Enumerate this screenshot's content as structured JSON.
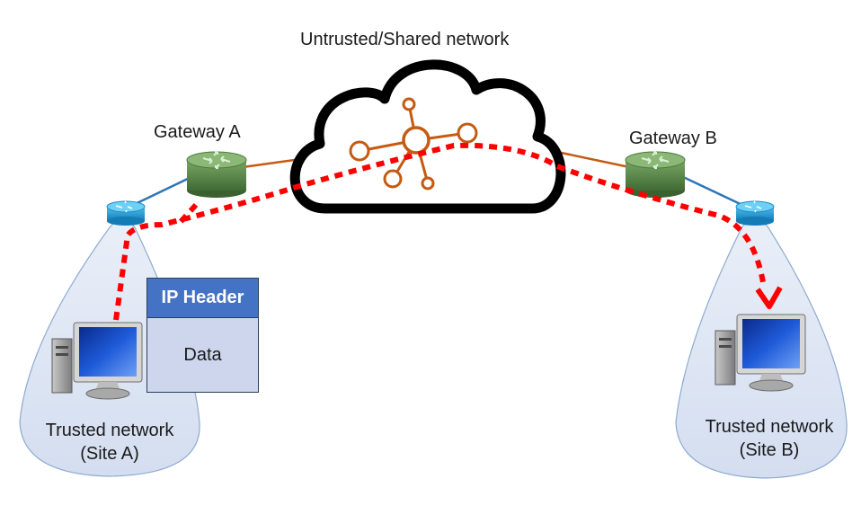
{
  "title": "Untrusted/Shared network",
  "gateways": {
    "a": {
      "label": "Gateway A"
    },
    "b": {
      "label": "Gateway B"
    }
  },
  "sites": {
    "a": {
      "line1": "Trusted network",
      "line2": "(Site A)"
    },
    "b": {
      "line1": "Trusted network",
      "line2": "(Site B)"
    }
  },
  "packet": {
    "header": "IP Header",
    "body": "Data"
  },
  "colors": {
    "tunnel": "#ff0000",
    "wan_link": "#c55a11",
    "lan_link": "#2e75b6",
    "cloud_outline": "#000000",
    "router_blue": "#1f9bd6",
    "gateway_green": "#5b8a4b",
    "site_fill": "#dce6f2"
  },
  "icons": [
    "cloud-icon",
    "network-hub-icon",
    "gateway-router-icon",
    "router-icon",
    "computer-icon"
  ]
}
